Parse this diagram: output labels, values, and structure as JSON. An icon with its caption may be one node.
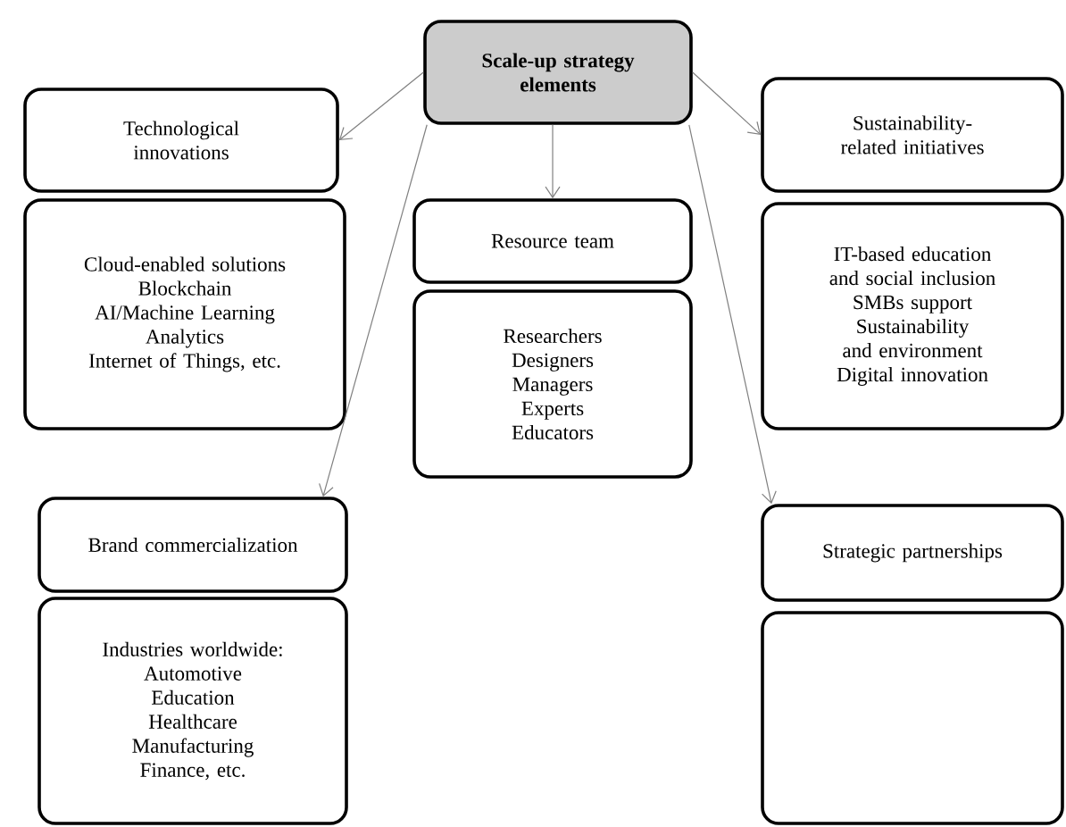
{
  "diagram": {
    "nodes": [
      {
        "text": [
          "Scale-up strategy elements"
        ]
      },
      {
        "text": [
          "Technological innovations"
        ]
      },
      {
        "text": [
          "Cloud-enabled solutions",
          "Blockchain",
          "AI/Machine Learning",
          "Analytics",
          "Internet of Things, etc."
        ]
      },
      {
        "text": [
          "Resource team"
        ]
      },
      {
        "text": [
          "Researchers",
          "Designers",
          "Managers",
          "Experts",
          "Educators"
        ]
      },
      {
        "text": [
          "Sustainability-related initiatives"
        ]
      },
      {
        "text": [
          "IT-based education and social inclusion",
          "SMBs support",
          "Sustainability and environment",
          "Digital innovation"
        ]
      },
      {
        "text": [
          "Brand commercialization"
        ]
      },
      {
        "text": [
          "Industries worldwide:",
          "Automotive",
          "Education",
          "Healthcare",
          "Manufacturing",
          "Finance, etc."
        ]
      },
      {
        "text": [
          "Strategic partnerships"
        ]
      },
      {
        "text": [],
        "shape": "box"
      }
    ],
    "edges": [
      {
        "from": 0,
        "to": 1,
        "arrow": "to"
      },
      {
        "from": 0,
        "to": 3,
        "arrow": "to"
      },
      {
        "from": 0,
        "to": 5,
        "arrow": "to"
      },
      {
        "from": 0,
        "to": 7,
        "arrow": "to"
      },
      {
        "from": 0,
        "to": 9,
        "arrow": "to"
      }
    ]
  }
}
